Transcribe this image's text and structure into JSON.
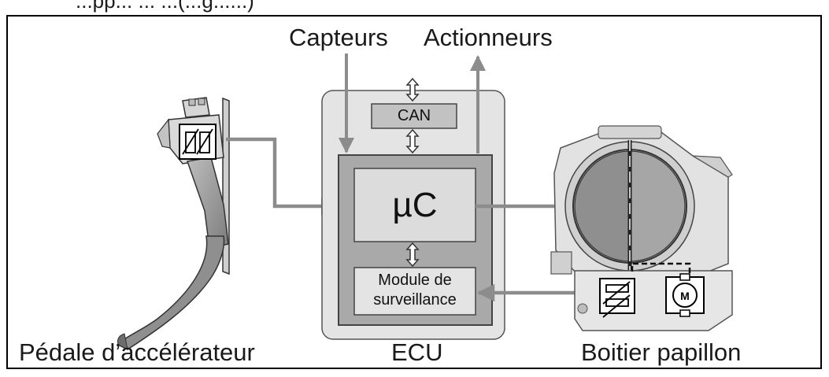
{
  "header_fragment": "...pp... ... ...(...g......)",
  "labels": {
    "capteurs": "Capteurs",
    "actionneurs": "Actionneurs",
    "can": "CAN",
    "uc": "µC",
    "module_line1": "Module de",
    "module_line2": "surveillance",
    "pedale": "Pédale d’accélérateur",
    "ecu": "ECU",
    "boitier": "Boitier papillon"
  },
  "colors": {
    "frame": "#000000",
    "ecu_outer_bg": "#e4e4e4",
    "ecu_inner_bg": "#a9a9a9",
    "uc_bg": "#dcdcdc",
    "can_bg": "#c2c2c2",
    "arrow": "#8c8c8c",
    "part_gray": "#9a9a9a"
  },
  "icons": {
    "pedal": "accelerator-pedal-icon",
    "throttle": "throttle-body-icon",
    "sensor": "potentiometer-icon",
    "motor": "motor-icon"
  }
}
